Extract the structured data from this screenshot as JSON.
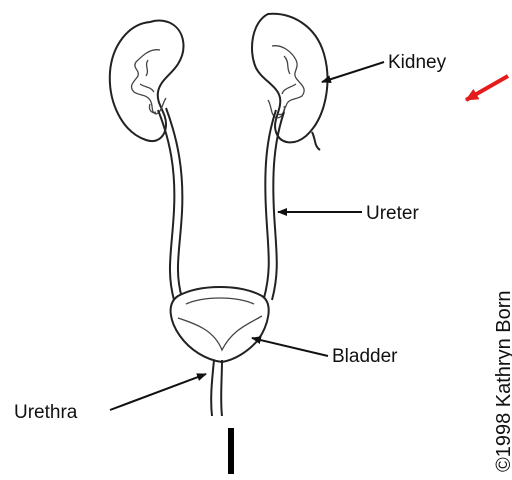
{
  "labels": {
    "kidney": "Kidney",
    "ureter": "Ureter",
    "bladder": "Bladder",
    "urethra": "Urethra"
  },
  "credit": "©1998  Kathryn Born",
  "colors": {
    "line": "#222222",
    "pointer": "#e51b1b",
    "background": "#ffffff"
  }
}
